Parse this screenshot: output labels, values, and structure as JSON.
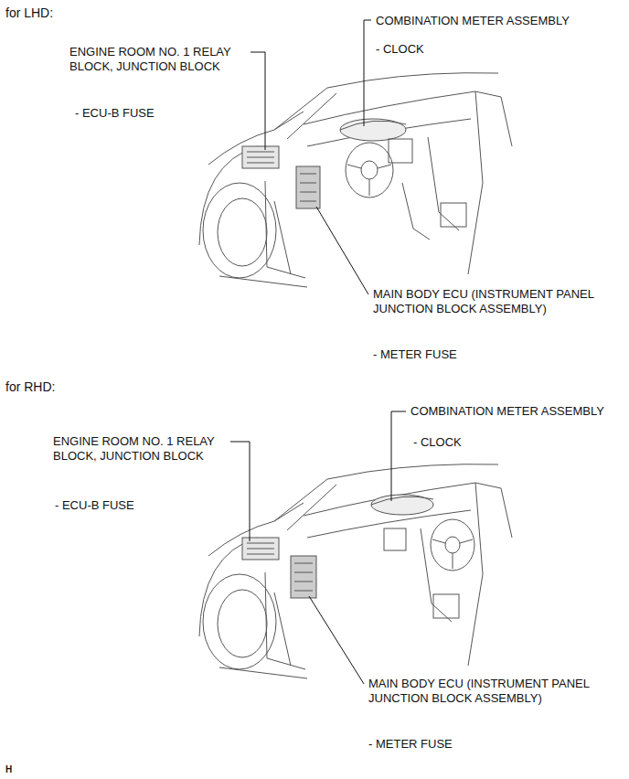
{
  "diagram": {
    "labels": [
      "for LHD:",
      "COMBINATION METER ASSEMBLY",
      "- CLOCK",
      "ENGINE ROOM NO. 1 RELAY BLOCK, JUNCTION BLOCK",
      "- ECU-B FUSE",
      "MAIN BODY ECU (INSTRUMENT PANEL JUNCTION BLOCK ASSEMBLY)",
      "- METER FUSE",
      "for RHD:",
      "COMBINATION METER ASSEMBLY",
      "- CLOCK",
      "ENGINE ROOM NO. 1 RELAY BLOCK, JUNCTION BLOCK",
      "- ECU-B FUSE",
      "MAIN BODY ECU (INSTRUMENT PANEL JUNCTION BLOCK ASSEMBLY)",
      "- METER FUSE",
      "H"
    ]
  }
}
